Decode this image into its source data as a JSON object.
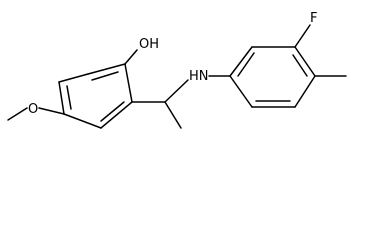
{
  "molecule": {
    "atoms": {
      "hydroxyl": "OH",
      "methoxy_oxygen": "O",
      "amine": "HN",
      "fluorine": "F"
    }
  }
}
